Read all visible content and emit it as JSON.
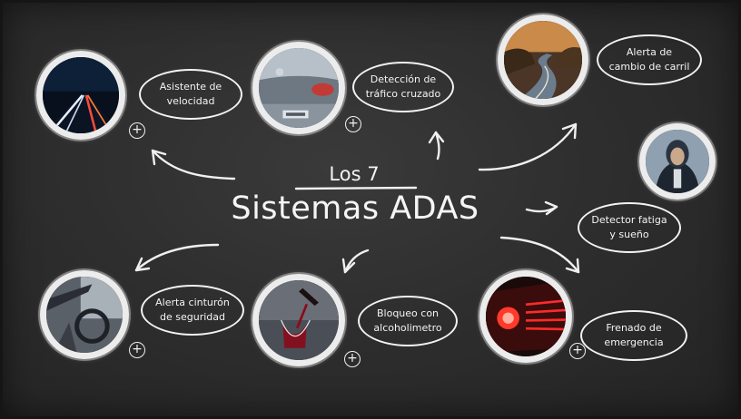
{
  "title": {
    "small": "Los 7",
    "main": "Sistemas ADAS"
  },
  "nodes": [
    {
      "label": "Asistente de velocidad"
    },
    {
      "label": "Detección de tráfico cruzado"
    },
    {
      "label": "Alerta de cambio de carril"
    },
    {
      "label": "Detector fatiga y sueño"
    },
    {
      "label": "Frenado de emergencia"
    },
    {
      "label": "Bloqueo con alcoholimetro"
    },
    {
      "label": "Alerta cinturón de seguridad"
    }
  ],
  "photo_subjects": {
    "speed": "night-highway-light-trails",
    "traffic": "car-rear-amg-badge",
    "lane": "curved-road-at-dusk",
    "fatigue": "tired-driver-hoodie",
    "brake": "red-tail-light",
    "alcohol": "red-wine-pouring",
    "seatbelt": "car-interior-wheel"
  },
  "plus_symbol": "+",
  "colors": {
    "board": "#2e2e2e",
    "chalk": "#f2f2f2"
  }
}
